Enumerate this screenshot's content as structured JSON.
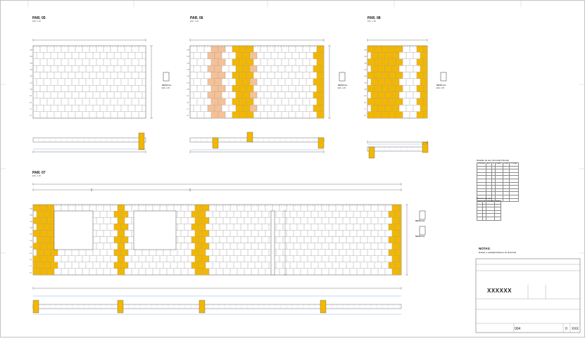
{
  "sheet": {
    "panels": [
      {
        "name": "PAR. 05",
        "scale": "ESC. 1:25"
      },
      {
        "name": "PAR. 06",
        "scale": "ESC. 1:25"
      },
      {
        "name": "PAR. 08",
        "scale": "ESC. 1:25"
      },
      {
        "name": "PAR. 07",
        "scale": "ESC. 1:25"
      }
    ],
    "section_label": "SEÇÃO xxx",
    "section_scale": "ESC. 1:25",
    "row_labels": [
      "C16",
      "C15",
      "C14",
      "C13",
      "C12",
      "C11",
      "C10",
      "C9",
      "C8",
      "C7",
      "C6",
      "C5",
      "C4",
      "C3",
      "C2",
      "C1"
    ],
    "colors": {
      "block_stroke": "#9a9a9a",
      "grouted": "#f2b705",
      "grouted_light": "#f5c197",
      "dimension": "#3a7bd5",
      "line": "#333333"
    }
  },
  "tables": {
    "blocks_title": "Relação de aço (Armação Parede)",
    "blocks_headers": [
      "POSIÇÃO",
      "AÇO",
      "N",
      "QUANT.",
      "COMP.",
      "C.TOTAL"
    ],
    "steel_title": "Resumo do aço",
    "steel_headers": [
      "AÇO",
      "Ø",
      "C.TOTAL",
      "PESO"
    ]
  },
  "notes": {
    "title": "NOTAS:",
    "text": "Ensaio e vedação/relativos de alvenaria"
  },
  "titleblock": {
    "brand": "XXXXXX",
    "sheet_number": "004",
    "revision": "0",
    "total": "XXX"
  }
}
